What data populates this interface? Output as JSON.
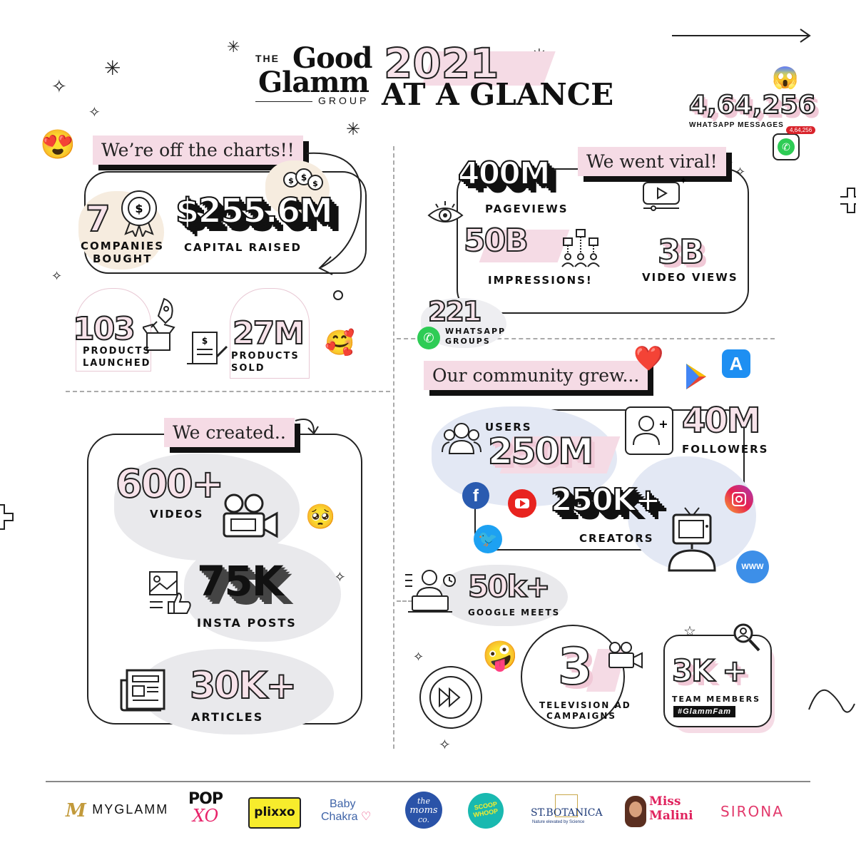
{
  "header": {
    "brand_the": "THE",
    "brand_good": "Good",
    "brand_glamm": "Glamm",
    "brand_group": "GROUP",
    "year": "2021",
    "subtitle": "AT A GLANCE"
  },
  "whatsapp_messages": {
    "value": "4,64,256",
    "label": "WHATSAPP MESSAGES",
    "badge": "4,64,256"
  },
  "charts": {
    "banner": "We’re off the charts!!",
    "companies_value": "7",
    "companies_label_1": "COMPANIES",
    "companies_label_2": "BOUGHT",
    "capital_value": "$255.6M",
    "capital_label": "CAPITAL RAISED",
    "products_launched_value": "103",
    "products_launched_label_1": "PRODUCTS",
    "products_launched_label_2": "LAUNCHED",
    "products_sold_value": "27M",
    "products_sold_label_1": "PRODUCTS",
    "products_sold_label_2": "SOLD"
  },
  "viral": {
    "banner": "We went viral!",
    "pageviews_value": "400M",
    "pageviews_label": "PAGEVIEWS",
    "impressions_value": "50B",
    "impressions_label": "IMPRESSIONS!",
    "video_views_value": "3B",
    "video_views_label": "VIDEO VIEWS",
    "groups_value": "221",
    "groups_label_1": "WHATSAPP",
    "groups_label_2": "GROUPS"
  },
  "created": {
    "banner": "We created..",
    "videos_value": "600+",
    "videos_label": "VIDEOS",
    "insta_value": "75K",
    "insta_label": "INSTA POSTS",
    "articles_value": "30K+",
    "articles_label": "ARTICLES"
  },
  "community": {
    "banner": "Our community grew...",
    "users_label": "USERS",
    "users_value": "250M",
    "followers_value": "40M",
    "followers_label": "FOLLOWERS",
    "creators_value": "250K+",
    "creators_label": "CREATORS",
    "meets_value": "50k+",
    "meets_label": "GOOGLE MEETS",
    "tv_value": "3",
    "tv_label_1": "TELEVISION AD",
    "tv_label_2": "CAMPAIGNS",
    "team_value": "3K +",
    "team_label": "TEAM MEMBERS",
    "team_tag": "#GlammFam"
  },
  "brands": {
    "myglamm": "MYGLAMM",
    "popxo_top": "POP",
    "popxo_bottom": "XO",
    "plixxo": "plixxo",
    "babychakra_1": "Baby",
    "babychakra_2": "Chakra",
    "momsco_1": "the",
    "momsco_2": "moms",
    "momsco_3": "co.",
    "scoopwhoop_1": "SCOOP",
    "scoopwhoop_2": "WHOOP",
    "stbotanica": "ST.BOTANICA",
    "stbotanica_tag": "Nature elevated by Science",
    "missmalini_1": "Miss",
    "missmalini_2": "Malini",
    "sirona": "SIRONA"
  },
  "colors": {
    "pink": "#f5dbe5",
    "ink": "#111111",
    "grey_blob": "#e6e6e9",
    "blue_blob": "#e3e8f4",
    "beige_blob": "#f6ecdf"
  }
}
